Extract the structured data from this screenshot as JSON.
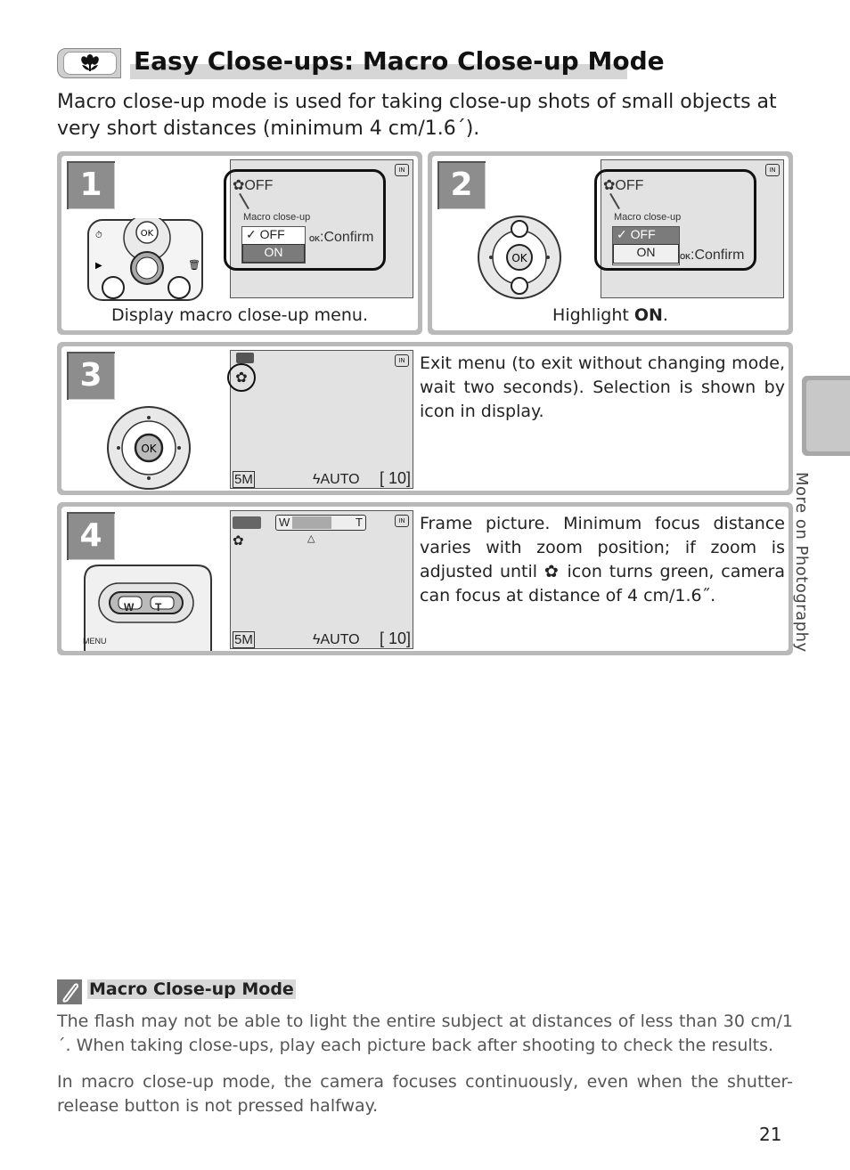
{
  "title": "Easy Close-ups: Macro Close-up Mode",
  "intro": "Macro close-up mode is used for taking close-up shots of small objects at very short distances (minimum 4 cm/1.6´).",
  "side_tab_text": "More on Photography",
  "steps": [
    {
      "number": "1",
      "caption": "Display macro close-up menu.",
      "screen": {
        "off_label": "OFF",
        "menu_title": "Macro close-up",
        "option_off": "OFF",
        "option_on": "ON",
        "confirm": ":Confirm",
        "ok_badge": "OK",
        "in_badge": "IN"
      }
    },
    {
      "number": "2",
      "caption_prefix": "Highlight ",
      "caption_bold": "ON",
      "caption_suffix": ".",
      "screen": {
        "off_label": "OFF",
        "menu_title": "Macro close-up",
        "option_off": "OFF",
        "option_on": "ON",
        "confirm": ":Confirm",
        "ok_badge": "OK",
        "in_badge": "IN"
      }
    },
    {
      "number": "3",
      "description": "Exit menu (to exit without changing mode, wait two seconds). Selection is shown by icon in display.",
      "screen": {
        "size": "5M",
        "flash": "AUTO",
        "count": "10",
        "in_badge": "IN"
      }
    },
    {
      "number": "4",
      "description": "Frame picture. Minimum focus distance varies with zoom position; if zoom is adjusted until  icon turns green, camera can focus at distance of 4 cm/1.6˝.",
      "description_before_icon": "Frame picture.  Minimum focus distance varies with zoom position; if zoom is adjusted until",
      "description_after_icon": "icon turns green, camera can focus at distance of 4 cm/1.6˝.",
      "screen": {
        "size": "5M",
        "flash": "AUTO",
        "count": "10",
        "zoom_w": "W",
        "zoom_t": "T",
        "in_badge": "IN"
      },
      "camera_labels": {
        "w": "W",
        "t": "T",
        "menu": "MENU"
      }
    }
  ],
  "note": {
    "title": "Macro Close-up Mode",
    "paragraphs": [
      "The flash may not be able to light the entire subject at distances of less than 30 cm/1´. When taking close-ups, play each picture back after shooting to check the results.",
      "In macro close-up mode, the camera focuses continuously, even when the shutter-release button is not pressed halfway."
    ]
  },
  "page_number": "21",
  "dial_ok": "OK"
}
